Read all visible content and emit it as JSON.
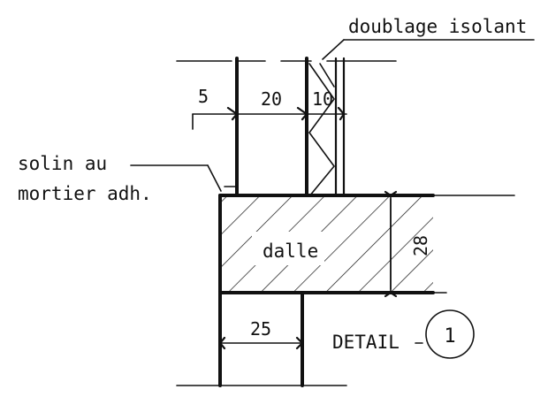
{
  "labels": {
    "doublage": "doublage isolant",
    "solin_line1": "solin au",
    "solin_line2": "mortier adh.",
    "dalle": "dalle",
    "detail": "DETAIL",
    "detail_number": "1"
  },
  "dimensions": {
    "d5": "5",
    "d20": "20",
    "d10": "10",
    "d28": "28",
    "d25": "25"
  }
}
